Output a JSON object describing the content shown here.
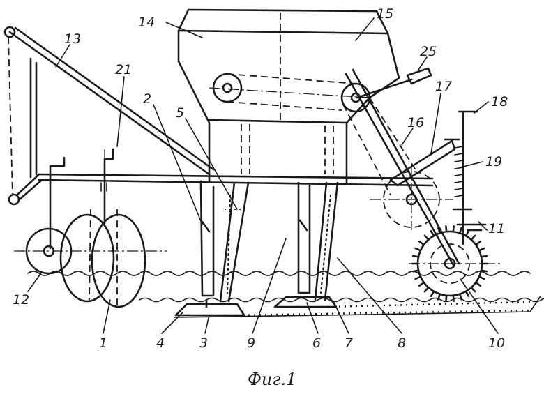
{
  "figure": {
    "caption": "Фиг.1"
  },
  "callouts": [
    {
      "id": "1",
      "text": "1"
    },
    {
      "id": "2",
      "text": "2"
    },
    {
      "id": "3",
      "text": "3"
    },
    {
      "id": "4",
      "text": "4"
    },
    {
      "id": "5",
      "text": "5"
    },
    {
      "id": "6",
      "text": "6"
    },
    {
      "id": "7",
      "text": "7"
    },
    {
      "id": "8",
      "text": "8"
    },
    {
      "id": "9",
      "text": "9"
    },
    {
      "id": "10",
      "text": "10"
    },
    {
      "id": "11",
      "text": "11"
    },
    {
      "id": "12",
      "text": "12"
    },
    {
      "id": "13",
      "text": "13"
    },
    {
      "id": "14",
      "text": "14"
    },
    {
      "id": "15",
      "text": "15"
    },
    {
      "id": "16",
      "text": "16"
    },
    {
      "id": "17",
      "text": "17"
    },
    {
      "id": "18",
      "text": "18"
    },
    {
      "id": "19",
      "text": "19"
    },
    {
      "id": "21",
      "text": "21"
    },
    {
      "id": "25",
      "text": "25"
    }
  ]
}
